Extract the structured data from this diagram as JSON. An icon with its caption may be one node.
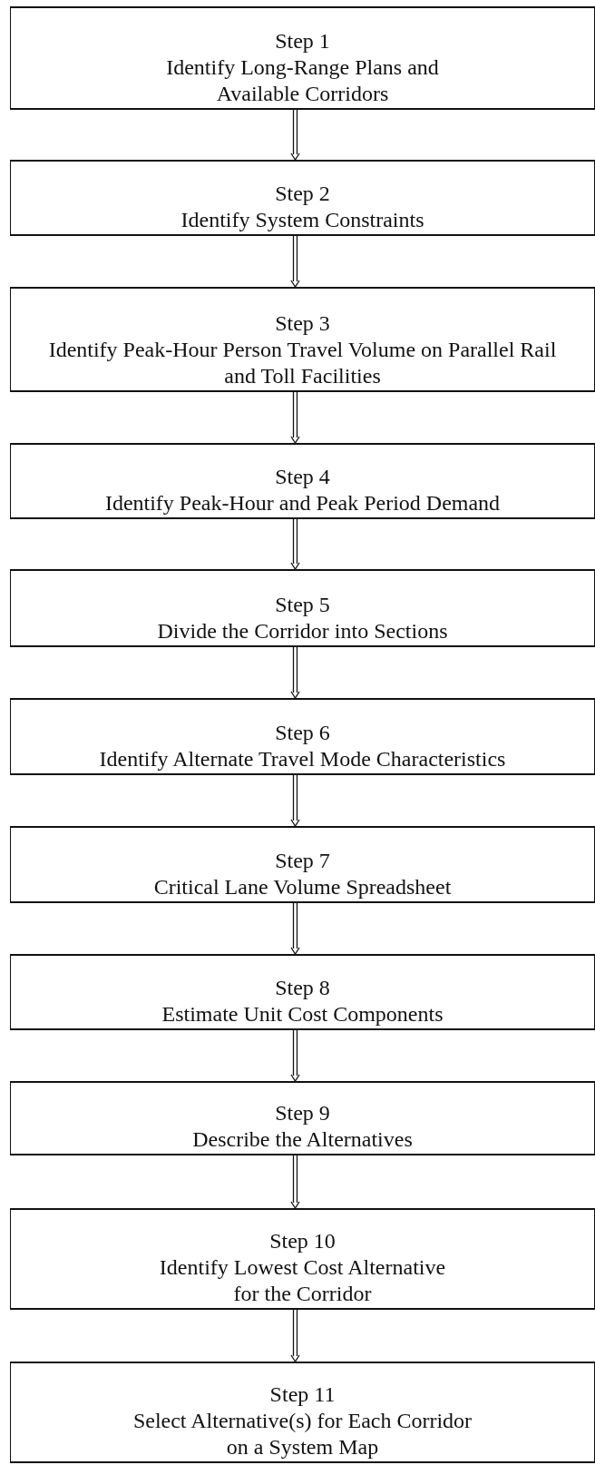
{
  "diagram": {
    "nodes": [
      {
        "text": [
          "Step 1",
          "Identify Long-Range Plans and Available Corridors"
        ]
      },
      {
        "text": [
          "Step 2",
          "Identify System Constraints"
        ]
      },
      {
        "text": [
          "Step 3",
          "Identify Peak-Hour Person Travel Volume on Parallel Rail and Toll Facilities"
        ]
      },
      {
        "text": [
          "Step 4",
          "Identify Peak-Hour and Peak Period Demand"
        ]
      },
      {
        "text": [
          "Step 5",
          "Divide the Corridor into Sections"
        ]
      },
      {
        "text": [
          "Step 6",
          "Identify Alternate Travel Mode Characteristics"
        ]
      },
      {
        "text": [
          "Step 7",
          "Critical Lane Volume Spreadsheet"
        ]
      },
      {
        "text": [
          "Step 8",
          "Estimate Unit Cost Components"
        ]
      },
      {
        "text": [
          "Step 9",
          "Describe the Alternatives"
        ]
      },
      {
        "text": [
          "Step 10",
          "Identify Lowest Cost Alternative for the Corridor"
        ]
      },
      {
        "text": [
          "Step 11",
          "Select Alternative(s) for Each Corridor on a System Map"
        ]
      }
    ],
    "edges": [
      {
        "from": 0,
        "to": 1,
        "arrow": "to"
      },
      {
        "from": 1,
        "to": 2,
        "arrow": "to"
      },
      {
        "from": 2,
        "to": 3,
        "arrow": "to"
      },
      {
        "from": 3,
        "to": 4,
        "arrow": "to"
      },
      {
        "from": 4,
        "to": 5,
        "arrow": "to"
      },
      {
        "from": 5,
        "to": 6,
        "arrow": "to"
      },
      {
        "from": 6,
        "to": 7,
        "arrow": "to"
      },
      {
        "from": 7,
        "to": 8,
        "arrow": "to"
      },
      {
        "from": 8,
        "to": 9,
        "arrow": "to"
      },
      {
        "from": 9,
        "to": 10,
        "arrow": "to"
      }
    ]
  }
}
